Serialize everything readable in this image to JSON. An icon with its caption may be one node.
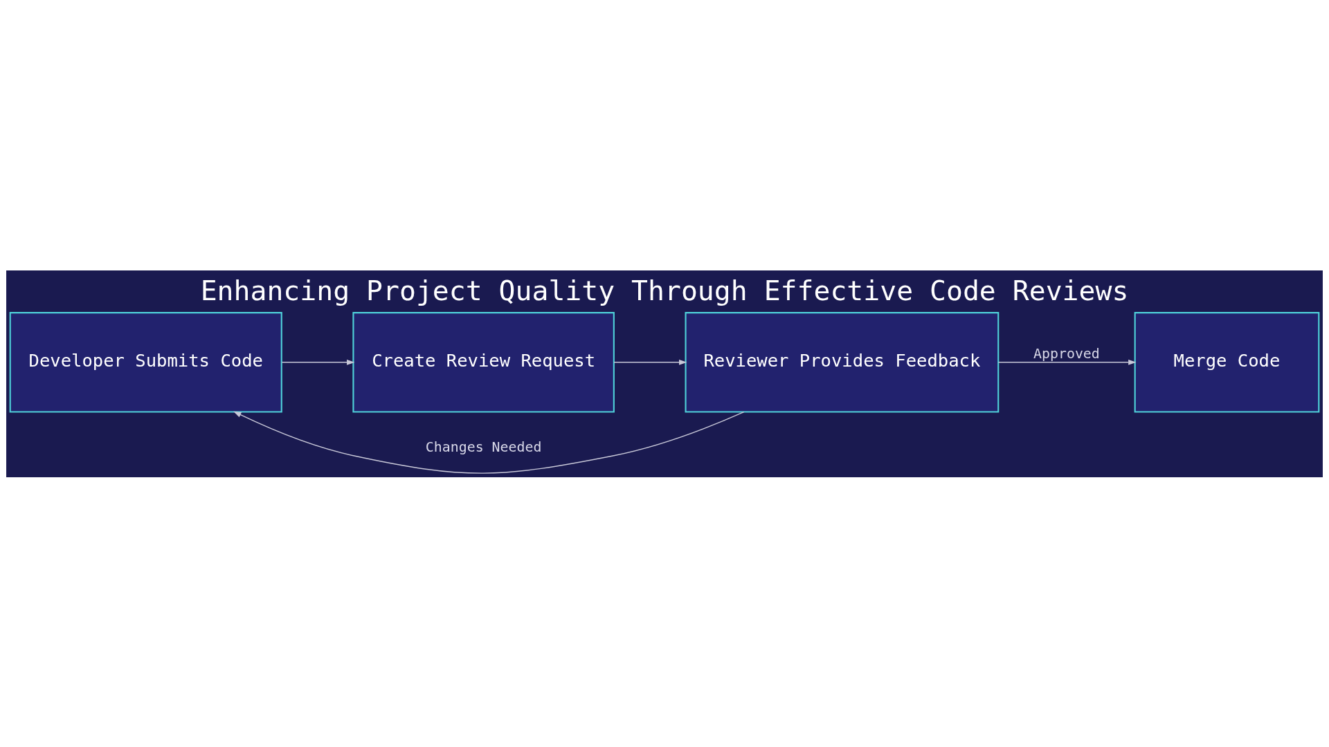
{
  "diagram": {
    "title": "Enhancing Project Quality Through Effective Code Reviews",
    "nodes": [
      {
        "text": [
          "Developer Submits Code"
        ]
      },
      {
        "text": [
          "Create Review Request"
        ]
      },
      {
        "text": [
          "Reviewer Provides Feedback"
        ]
      },
      {
        "text": [
          "Merge Code"
        ]
      }
    ],
    "edges": [
      {
        "from": 0,
        "to": 1,
        "arrow": "to"
      },
      {
        "from": 1,
        "to": 2,
        "arrow": "to"
      },
      {
        "from": 2,
        "to": 3,
        "arrow": "to",
        "label": "Approved"
      },
      {
        "from": 2,
        "to": 0,
        "arrow": "to",
        "label": "Changes Needed"
      }
    ]
  }
}
